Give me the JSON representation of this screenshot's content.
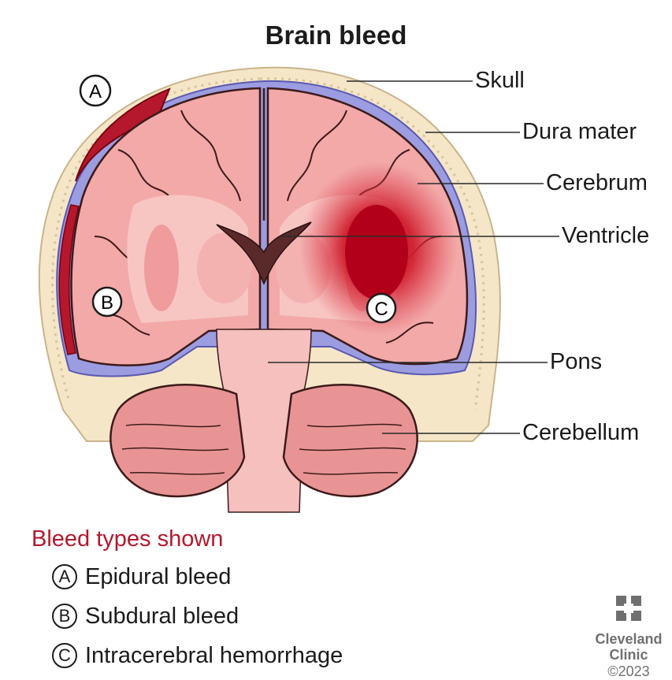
{
  "title": "Brain bleed",
  "labels": {
    "skull": "Skull",
    "dura": "Dura mater",
    "cerebrum": "Cerebrum",
    "ventricle": "Ventricle",
    "pons": "Pons",
    "cerebellum": "Cerebellum"
  },
  "markers": {
    "a": "A",
    "b": "B",
    "c": "C"
  },
  "legend": {
    "title": "Bleed types shown",
    "items": [
      {
        "letter": "A",
        "text": "Epidural bleed"
      },
      {
        "letter": "B",
        "text": "Subdural bleed"
      },
      {
        "letter": "C",
        "text": "Intracerebral hemorrhage"
      }
    ]
  },
  "logo": {
    "line1": "Cleveland",
    "line2": "Clinic",
    "copyright": "©2023"
  },
  "colors": {
    "bleed": "#b5182c",
    "brain": "#f0a6a6",
    "skull": "#f5e6c8",
    "dura": "#8a8ad6"
  }
}
